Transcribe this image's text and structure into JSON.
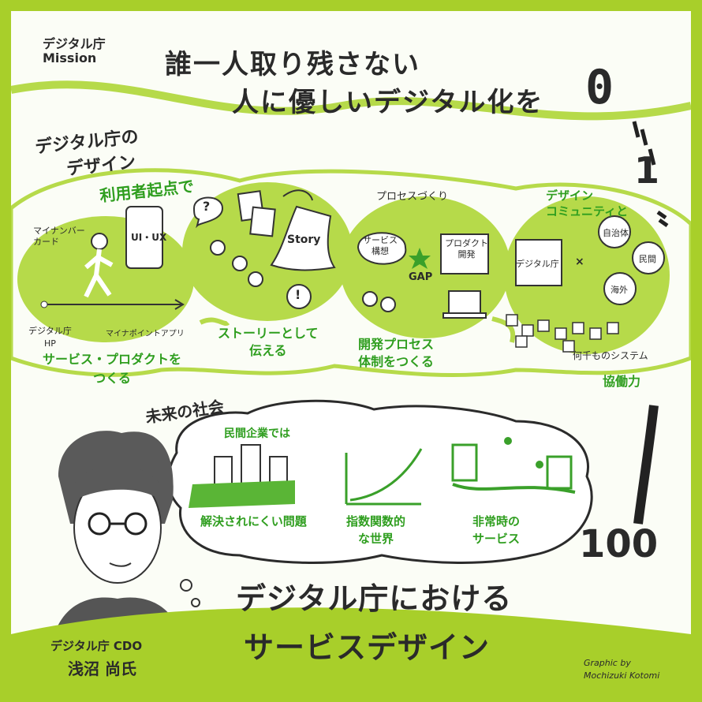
{
  "mission": {
    "label_line1": "デジタル庁",
    "label_line2": "Mission",
    "statement_line1": "誰一人取り残さない",
    "statement_line2": "人に優しいデジタル化を"
  },
  "scale": {
    "zero": "0",
    "one": "1",
    "hundred": "100"
  },
  "design_heading": {
    "line1": "デジタル庁の",
    "line2": "デザイン"
  },
  "section1": {
    "title": "利用者起点で",
    "mynumber_card": "マイナンバー\nカード",
    "uiux": "UI・UX",
    "digital_hp": "デジタル庁\nHP",
    "mynapoint": "マイナポイントアプリ",
    "caption": "サービス・プロダクトを\nつくる"
  },
  "section2": {
    "question": "?",
    "exclaim": "!",
    "story": "Story",
    "caption": "ストーリーとして\n伝える"
  },
  "section3": {
    "title": "プロセスづくり",
    "service_concept": "サービス\n構想",
    "product_dev": "プロダクト\n開発",
    "gap": "GAP",
    "caption": "開発プロセス\n体制をつくる"
  },
  "section4": {
    "title": "デザイン\nコミュニティと",
    "digital_agency": "デジタル庁",
    "cross": "×",
    "local_gov": "自治体",
    "private": "民間",
    "overseas": "海外",
    "systems": "何千ものシステム",
    "caption": "協働力"
  },
  "future": {
    "heading": "未来の社会",
    "private_sector": "民間企業では",
    "problem": "解決されにくい問題",
    "exponential": "指数関数的\nな世界",
    "emergency": "非常時の\nサービス"
  },
  "speaker": {
    "title": "デジタル庁 CDO",
    "name": "浅沼 尚氏"
  },
  "main_title": {
    "line1": "デジタル庁における",
    "line2": "サービスデザイン"
  },
  "credit": {
    "line1": "Graphic by",
    "line2": "Mochizuki Kotomi"
  },
  "colors": {
    "frame": "#a8cf2a",
    "blob": "#b6da4a",
    "green_text": "#2f9e1f",
    "ink": "#222222"
  }
}
